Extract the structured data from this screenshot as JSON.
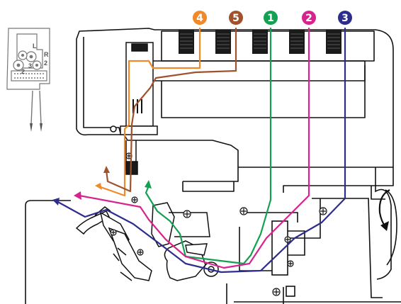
{
  "colors": {
    "thread_4": "#f0892a",
    "thread_5": "#a0522d",
    "thread_1": "#13a052",
    "thread_2": "#d6248e",
    "thread_3": "#2d2d8c",
    "outline": "#111111",
    "machine_fill": "#ffffff"
  },
  "badges": [
    {
      "id": "4",
      "label": "4",
      "color": "#f0892a"
    },
    {
      "id": "5",
      "label": "5",
      "color": "#a0522d"
    },
    {
      "id": "1",
      "label": "1",
      "color": "#13a052"
    },
    {
      "id": "2",
      "label": "2",
      "color": "#d6248e"
    },
    {
      "id": "3",
      "label": "3",
      "color": "#2d2d8c"
    }
  ],
  "needle_inset": {
    "labels": [
      "L",
      "R",
      "2",
      "3",
      "2"
    ]
  },
  "icons": [
    "thread-guide-icon",
    "needle-inset-icon",
    "handwheel-rotation-arrow-icon",
    "screw-icon"
  ]
}
